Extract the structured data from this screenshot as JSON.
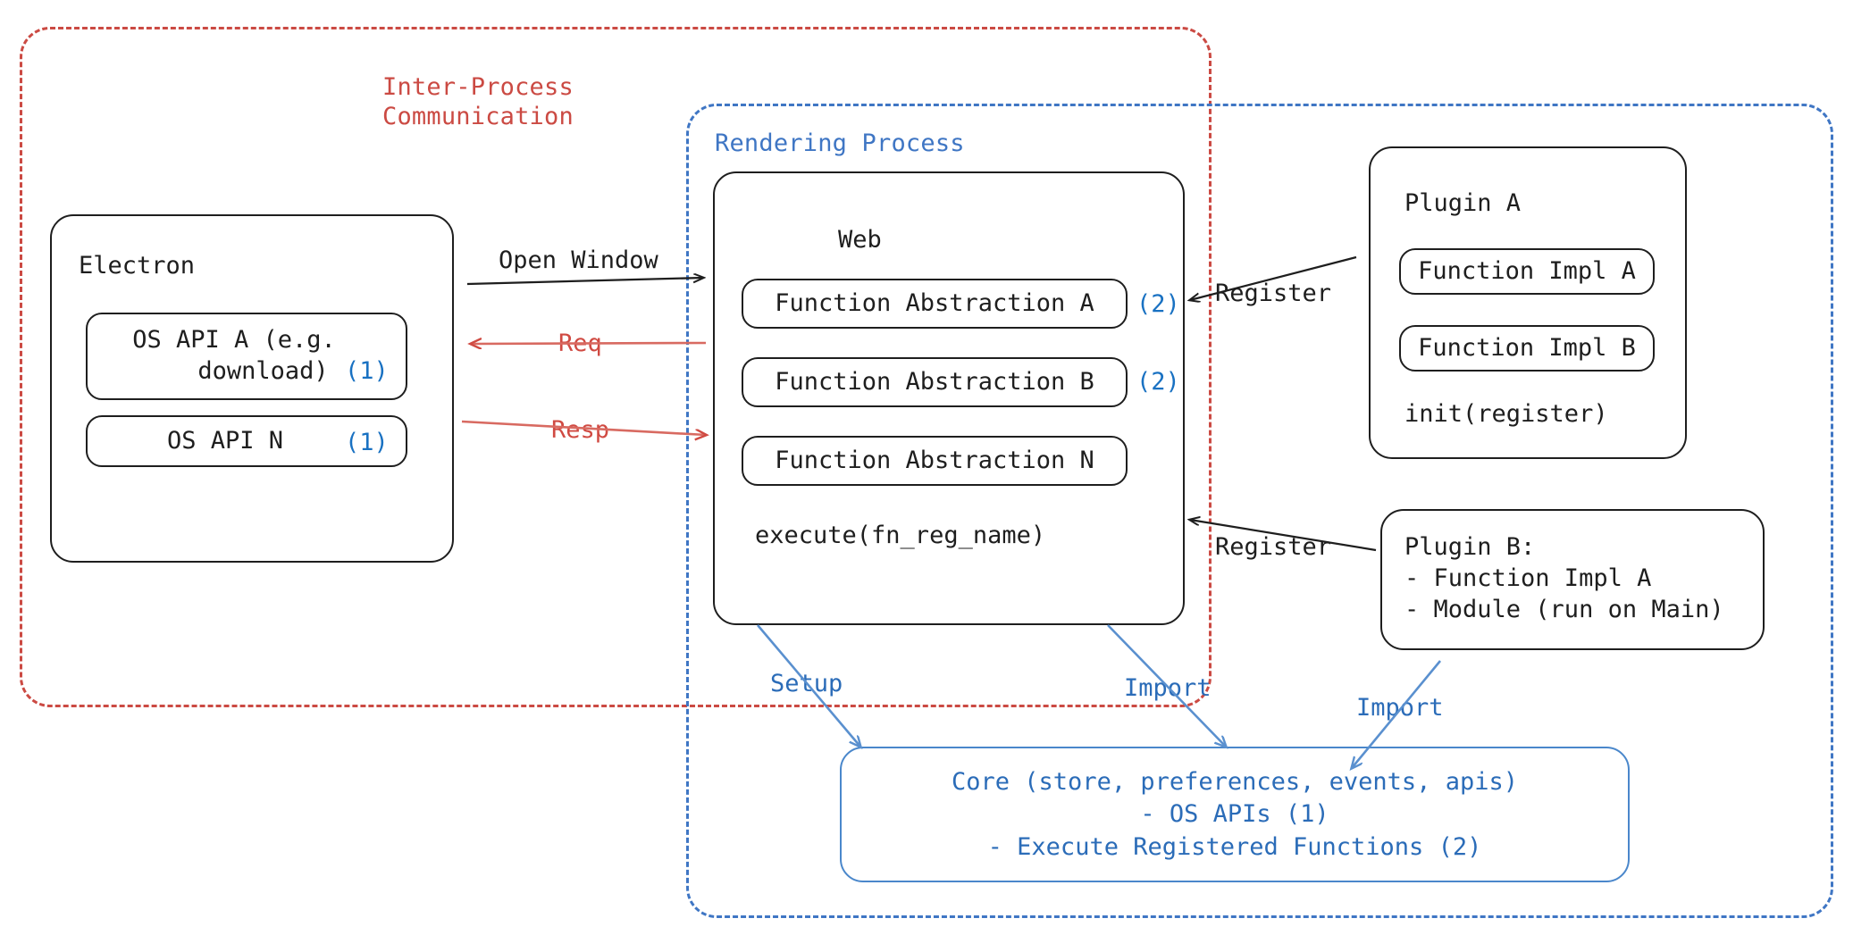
{
  "diagram": {
    "title": "Electron plugin architecture",
    "colors": {
      "red": "#cb4a43",
      "blue": "#3f76c4",
      "core_blue": "#2b6cb8",
      "badge_blue": "#1971c2",
      "ink": "#1e1e1e"
    }
  },
  "regions": {
    "ipc": {
      "label": "Inter-Process\nCommunication",
      "color": "#cb4a43",
      "style": "dashed"
    },
    "rendering": {
      "label": "Rendering Process",
      "color": "#3f76c4",
      "style": "dashed"
    }
  },
  "electron": {
    "title": "Electron",
    "items": [
      {
        "label": "OS API A (e.g.\n    download)",
        "badge": "(1)"
      },
      {
        "label": "OS API N",
        "badge": "(1)"
      }
    ]
  },
  "web": {
    "title": "Web",
    "items": [
      {
        "label": "Function Abstraction A",
        "badge": "(2)"
      },
      {
        "label": "Function Abstraction B",
        "badge": "(2)"
      },
      {
        "label": "Function Abstraction N",
        "badge": ""
      }
    ],
    "footer": "execute(fn_reg_name)"
  },
  "plugin_a": {
    "title": "Plugin A",
    "items": [
      {
        "label": "Function Impl A"
      },
      {
        "label": "Function Impl B"
      }
    ],
    "footer": "init(register)"
  },
  "plugin_b": {
    "text": "Plugin B:\n- Function Impl A\n- Module (run on Main)"
  },
  "core": {
    "text": "Core (store, preferences, events, apis)\n- OS APIs (1)\n- Execute Registered Functions (2)"
  },
  "edges": [
    {
      "id": "open-window",
      "label": "Open Window",
      "color": "dark",
      "from": "electron",
      "to": "web",
      "direction": "right"
    },
    {
      "id": "req",
      "label": "Req",
      "color": "red",
      "from": "web",
      "to": "electron",
      "direction": "left"
    },
    {
      "id": "resp",
      "label": "Resp",
      "color": "red",
      "from": "electron",
      "to": "web",
      "direction": "right"
    },
    {
      "id": "register-1",
      "label": "Register",
      "color": "dark",
      "from": "plugin_a",
      "to": "web",
      "direction": "left"
    },
    {
      "id": "register-2",
      "label": "Register",
      "color": "dark",
      "from": "plugin_b",
      "to": "web",
      "direction": "left"
    },
    {
      "id": "setup",
      "label": "Setup",
      "color": "blue",
      "from": "web",
      "to": "core",
      "direction": "down"
    },
    {
      "id": "import-1",
      "label": "Import",
      "color": "blue",
      "from": "web",
      "to": "core",
      "direction": "down"
    },
    {
      "id": "import-2",
      "label": "Import",
      "color": "blue",
      "from": "plugin_b",
      "to": "core",
      "direction": "down-left"
    }
  ]
}
